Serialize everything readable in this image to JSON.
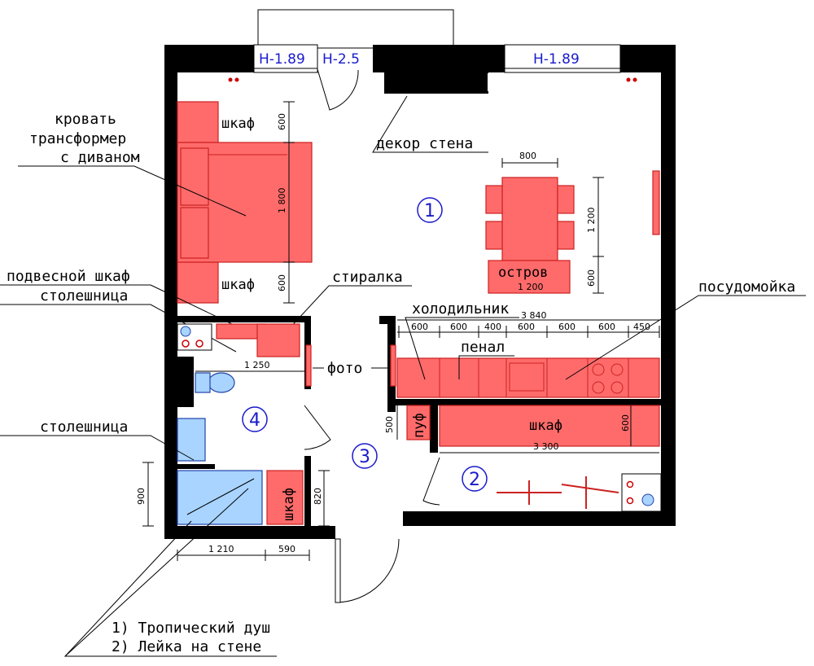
{
  "heights": {
    "window_left": "H-1.89",
    "door_balcony": "H-2.5",
    "window_right": "H-1.89"
  },
  "rooms": {
    "r1": "1",
    "r2": "2",
    "r3": "3",
    "r4": "4"
  },
  "labels": {
    "bed": [
      "кровать",
      "трансформер",
      "с диваном"
    ],
    "wardrobe": "шкаф",
    "decor_wall": "декор стена",
    "hanging_cabinet": "подвесной шкаф",
    "countertop": "столешница",
    "washer": "стиралка",
    "fridge": "холодильник",
    "pencil_case": "пенал",
    "dishwasher": "посудомойка",
    "island": "остров",
    "photo": "фото",
    "pouf": "пуф",
    "shower_notes": [
      "1) Тропический душ",
      "2) Лейка на стене"
    ]
  },
  "dims": {
    "d800": "800",
    "d1200": "1 200",
    "d600": "600",
    "d1800": "1 800",
    "d3840": "3 840",
    "kitchen_modules": [
      "600",
      "600",
      "400",
      "600",
      "600",
      "600",
      "450"
    ],
    "d1250": "1 250",
    "d3300": "3 300",
    "d500": "500",
    "d900": "900",
    "d820": "820",
    "d1210": "1 210",
    "d590": "590"
  },
  "colors": {
    "furniture": "#ff6b6b",
    "room_number": "#1a1acc",
    "sanitary": "#a8d4ff"
  }
}
